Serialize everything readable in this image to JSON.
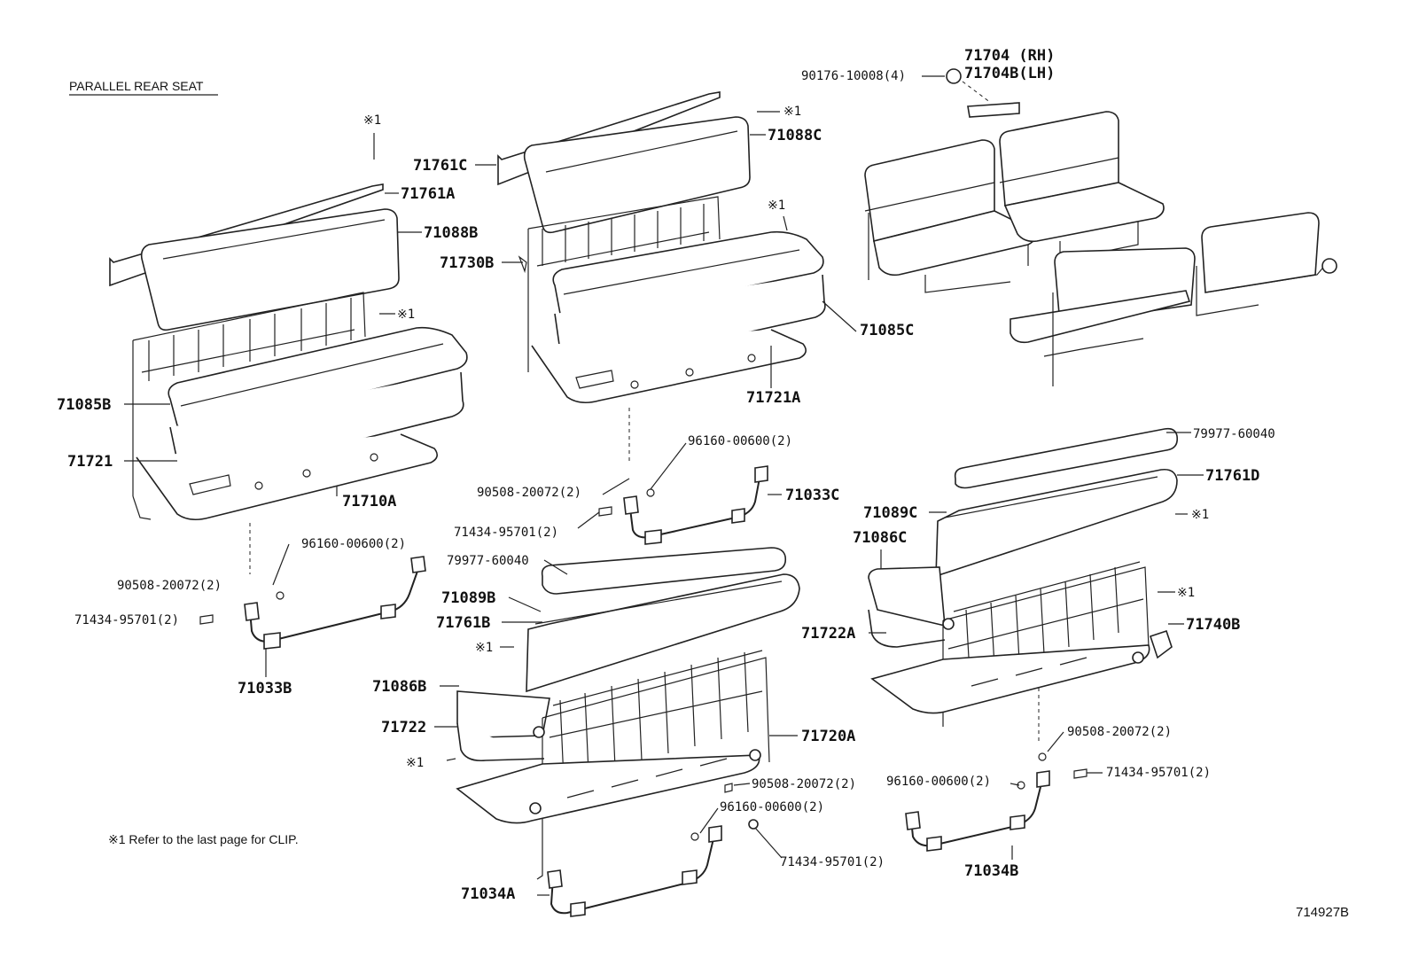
{
  "header": {
    "title": "PARALLEL REAR SEAT"
  },
  "footer": {
    "note": "※1 Refer to the last page for CLIP.",
    "catalog_number": "714927B"
  },
  "labels": {
    "p71704_rh": "71704 (RH)",
    "p71704b_lh": "71704B(LH)",
    "p90176": "90176-10008(4)",
    "clip1": "※1",
    "clip2": "※1",
    "clip3": "※1",
    "clip4": "※1",
    "clip5": "※1",
    "clip6": "※1",
    "clip7": "※1",
    "clip8": "※1",
    "p71761a": "71761A",
    "p71088b": "71088B",
    "p71085b": "71085B",
    "p71721": "71721",
    "p71710a": "71710A",
    "p71761c": "71761C",
    "p71088c": "71088C",
    "p71730b": "71730B",
    "p71085c": "71085C",
    "p71721a": "71721A",
    "p96160_a": "96160-00600(2)",
    "p90508_a": "90508-20072(2)",
    "p71434_a": "71434-95701(2)",
    "p71033b": "71033B",
    "p96160_b": "96160-00600(2)",
    "p90508_b": "90508-20072(2)",
    "p71434_b": "71434-95701(2)",
    "p71033c": "71033C",
    "p79977_a": "79977-60040",
    "p71089b": "71089B",
    "p71761b": "71761B",
    "p71086b": "71086B",
    "p71722": "71722",
    "p71720a": "71720A",
    "p90508_c": "90508-20072(2)",
    "p96160_c": "96160-00600(2)",
    "p71434_c": "71434-95701(2)",
    "p71034a": "71034A",
    "p79977_b": "79977-60040",
    "p71761d": "71761D",
    "p71089c": "71089C",
    "p71086c": "71086C",
    "p71722a": "71722A",
    "p71740b": "71740B",
    "p90508_d": "90508-20072(2)",
    "p96160_d": "96160-00600(2)",
    "p71434_d": "71434-95701(2)",
    "p71034b": "71034B"
  }
}
